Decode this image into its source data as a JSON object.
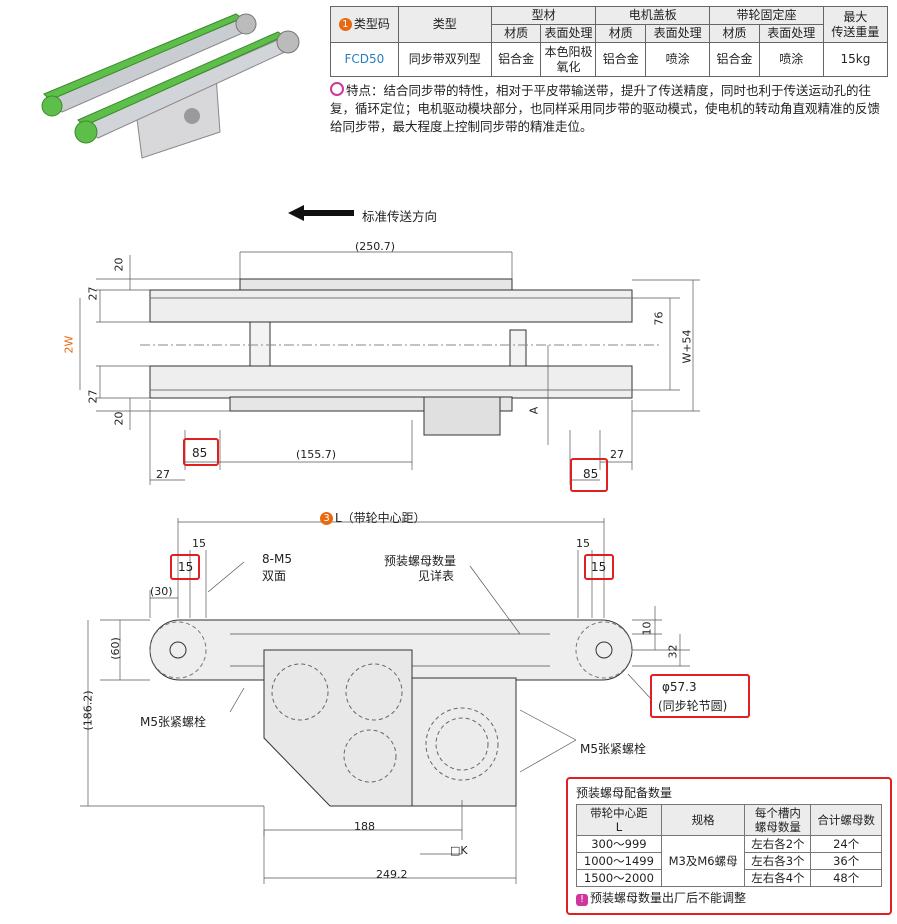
{
  "spec_table": {
    "headers": {
      "code": "类型码",
      "type": "类型",
      "profile": "型材",
      "motor_cover": "电机盖板",
      "pulley_seat": "带轮固定座",
      "max_load": "最大\n传送重量",
      "material": "材质",
      "surface": "表面处理"
    },
    "code_marker": "1",
    "row": {
      "code": "FCD50",
      "type": "同步带双列型",
      "profile_material": "铝合金",
      "profile_surface": "本色阳极氧化",
      "cover_material": "铝合金",
      "cover_surface": "喷涂",
      "seat_material": "铝合金",
      "seat_surface": "喷涂",
      "max_load": "15kg"
    }
  },
  "feature_text": "特点：结合同步带的特性，相对于平皮带输送带，提升了传送精度，同时也利于传送运动孔的往复，循环定位；电机驱动模块部分，也同样采用同步带的驱动模式，使电机的转动角直观精准的反馈给同步带，最大程度上控制同步带的精准走位。",
  "direction_label": "标准传送方向",
  "top_view_dims": {
    "d250_7": "(250.7)",
    "d20a": "20",
    "d27a": "27",
    "w_marker": "2",
    "w": "W",
    "d27b": "27",
    "d20b": "20",
    "d76": "76",
    "wplus": "W+54",
    "a": "A",
    "d85a": "85",
    "d155_7": "(155.7)",
    "d27c": "27",
    "d27d": "27",
    "d85b": "85"
  },
  "side_view_dims": {
    "l_marker": "3",
    "l_label": "L（带轮中心距）",
    "d15a": "15",
    "d15b": "15",
    "d15c": "15",
    "d15d": "15",
    "m5_8": "8-M5",
    "double": "双面",
    "preload_nut": "预装螺母数量",
    "see_table": "见详表",
    "d30": "(30)",
    "d60": "(60)",
    "d186": "(186.2)",
    "d10": "10",
    "d32": "32",
    "pitch_dia": "φ57.3",
    "pitch_label": "(同步轮节圆)",
    "m5_bolt_a": "M5张紧螺栓",
    "m5_bolt_b": "M5张紧螺栓",
    "d188": "188",
    "k": "□K",
    "d249": "249.2"
  },
  "nut_table": {
    "title": "预装螺母配备数量",
    "headers": [
      "带轮中心距\nL",
      "规格",
      "每个槽内\n螺母数量",
      "合计螺母数"
    ],
    "spec": "M3及M6螺母",
    "rows": [
      {
        "range": "300～999",
        "per": "左右各2个",
        "total": "24个"
      },
      {
        "range": "1000～1499",
        "per": "左右各3个",
        "total": "36个"
      },
      {
        "range": "1500～2000",
        "per": "左右各4个",
        "total": "48个"
      }
    ],
    "note": "预装螺母数量出厂后不能调整",
    "warn_mark": "!"
  },
  "colors": {
    "belt_green": "#5dbf4a",
    "marker_orange": "#e86a10",
    "highlight_red": "#e02020",
    "code_blue": "#2a7fbf"
  }
}
